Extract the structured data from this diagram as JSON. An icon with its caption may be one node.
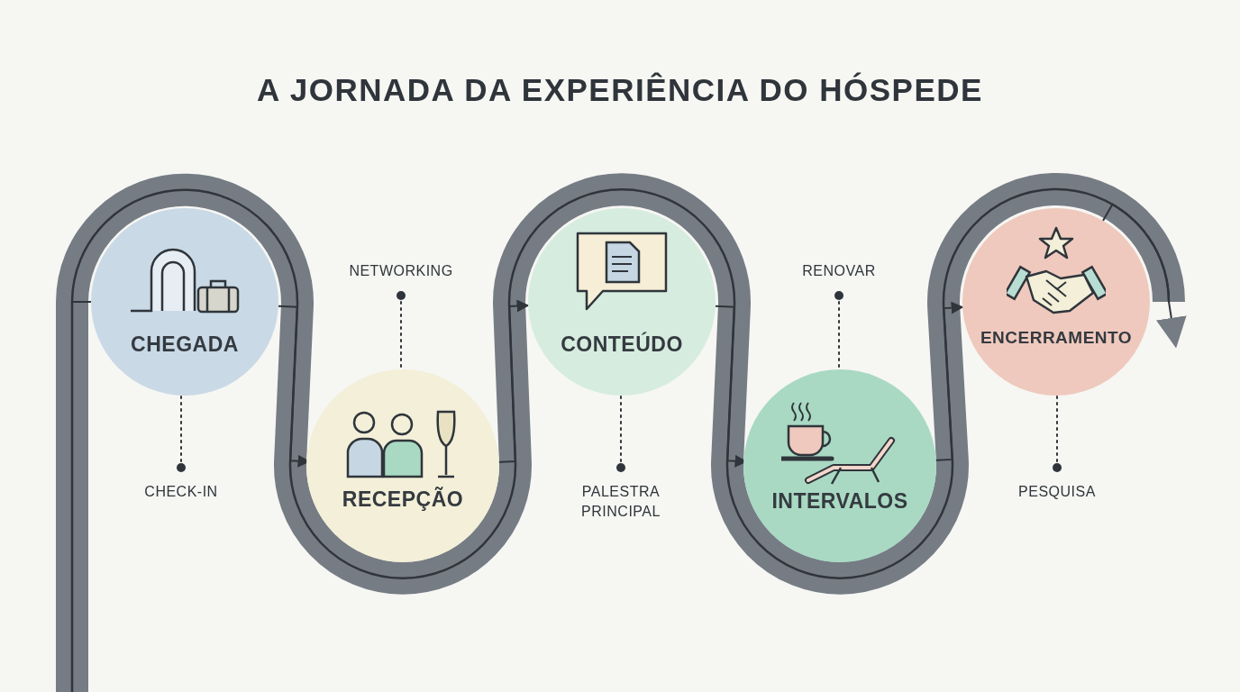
{
  "diagram": {
    "title": "A JORNADA DA EXPERIÊNCIA DO HÓSPEDE",
    "nodes": [
      {
        "text": [
          "CHEGADA"
        ]
      },
      {
        "text": [
          "CHECK-IN"
        ]
      },
      {
        "text": [
          "RECEPÇÃO"
        ]
      },
      {
        "text": [
          "NETWORKING"
        ]
      },
      {
        "text": [
          "CONTEÚDO"
        ]
      },
      {
        "text": [
          "PALESTRA PRINCIPAL"
        ]
      },
      {
        "text": [
          "INTERVALOS"
        ]
      },
      {
        "text": [
          "RENOVAR"
        ]
      },
      {
        "text": [
          "ENCERRAMENTO"
        ]
      },
      {
        "text": [
          "PESQUISA"
        ]
      }
    ],
    "edges": [
      {
        "from": null,
        "to": 0,
        "arrow": "none"
      },
      {
        "from": 0,
        "to": 2,
        "arrow": "to"
      },
      {
        "from": 2,
        "to": 4,
        "arrow": "to"
      },
      {
        "from": 4,
        "to": 6,
        "arrow": "to"
      },
      {
        "from": 6,
        "to": 8,
        "arrow": "to"
      },
      {
        "from": 8,
        "to": null,
        "arrow": "to"
      },
      {
        "from": 1,
        "to": 0,
        "arrow": "other",
        "style": "dashed"
      },
      {
        "from": 3,
        "to": 2,
        "arrow": "other",
        "style": "dashed"
      },
      {
        "from": 5,
        "to": 4,
        "arrow": "other",
        "style": "dashed"
      },
      {
        "from": 7,
        "to": 6,
        "arrow": "other",
        "style": "dashed"
      },
      {
        "from": 9,
        "to": 8,
        "arrow": "other",
        "style": "dashed"
      }
    ]
  }
}
